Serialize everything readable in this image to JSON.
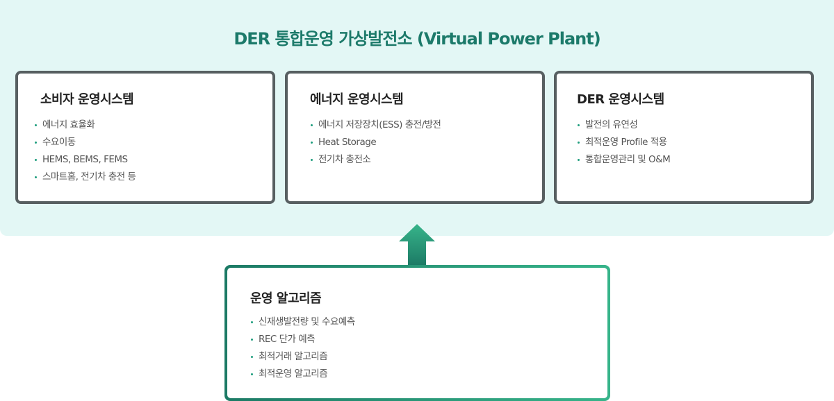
{
  "title": "DER 통합운영 가상발전소 (Virtual Power Plant)",
  "systems": [
    {
      "title": "소비자 운영시스템",
      "items": [
        "에너지 효율화",
        "수요이동",
        "HEMS, BEMS, FEMS",
        "스마트홈, 전기차 충전 등"
      ]
    },
    {
      "title": "에너지 운영시스템",
      "items": [
        "에너지 저장장치(ESS) 충전/방전",
        "Heat Storage",
        "전기차 충전소"
      ]
    },
    {
      "title": "DER 운영시스템",
      "items": [
        "발전의 유연성",
        "최적운영 Profile 적용",
        "통합운영관리 및 O&M"
      ]
    }
  ],
  "algorithm": {
    "title": "운영 알고리즘",
    "items": [
      "신재생발전량 및 수요예측",
      "REC 단가 예측",
      "최적거래 알고리즘",
      "최적운영 알고리즘"
    ]
  },
  "colors": {
    "title": "#1c7a6a",
    "panel_background": "#e3f7f5",
    "box_border": "#575f61",
    "accent": "#1f9e7e",
    "arrow_top": "#37b48a",
    "arrow_bottom": "#1c7a65"
  }
}
